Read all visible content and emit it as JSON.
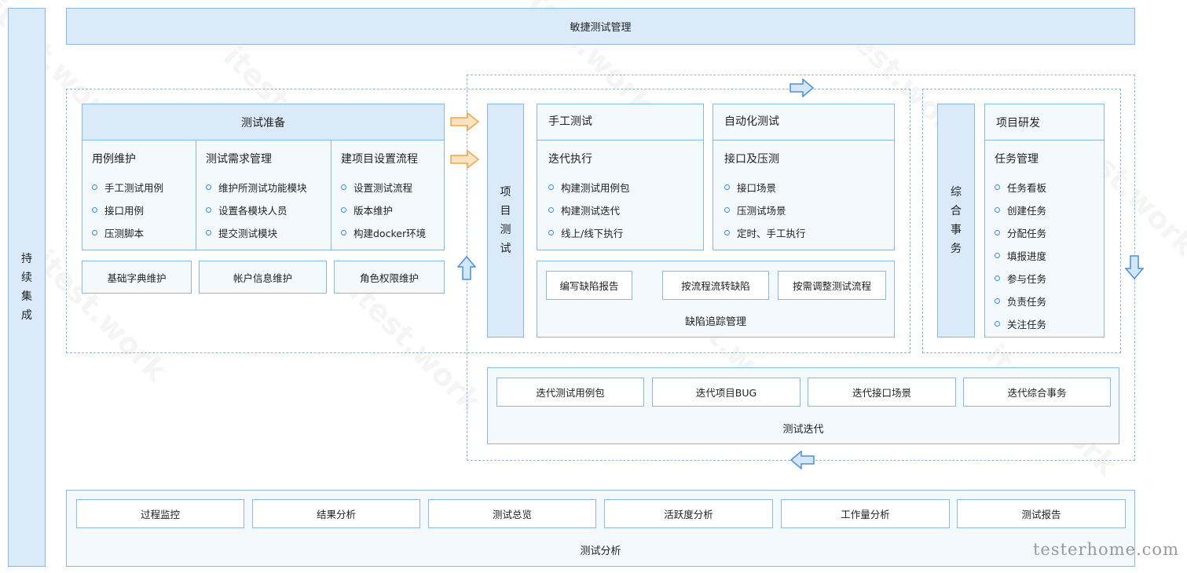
{
  "left_bar": {
    "chars": [
      "持",
      "续",
      "集",
      "成"
    ]
  },
  "top_bar": {
    "title": "敏捷测试管理"
  },
  "prep": {
    "title": "测试准备",
    "columns": [
      {
        "title": "用例维护",
        "items": [
          "手工测试用例",
          "接口用例",
          "压测脚本"
        ]
      },
      {
        "title": "测试需求管理",
        "items": [
          "维护所测试功能模块",
          "设置各模块人员",
          "提交测试模块"
        ]
      },
      {
        "title": "建项目设置流程",
        "items": [
          "设置测试流程",
          "版本维护",
          "构建docker环境"
        ]
      }
    ],
    "bottom_buttons": [
      "基础字典维护",
      "帐户信息维护",
      "角色权限维护"
    ]
  },
  "project_test": {
    "chars": [
      "项",
      "目",
      "测",
      "试"
    ]
  },
  "manual": {
    "title": "手工测试",
    "subtitle": "迭代执行",
    "items": [
      "构建测试用例包",
      "构建测试迭代",
      "线上/线下执行"
    ]
  },
  "auto": {
    "title": "自动化测试",
    "subtitle": "接口及压测",
    "items": [
      "接口场景",
      "压测试场景",
      "定时、手工执行"
    ]
  },
  "defect": {
    "buttons": [
      "编写缺陷报告",
      "按流程流转缺陷",
      "按需调整测试流程"
    ],
    "label": "缺陷追踪管理"
  },
  "general": {
    "chars": [
      "综",
      "合",
      "事",
      "务"
    ]
  },
  "rnd": {
    "title": "项目研发",
    "subtitle": "任务管理",
    "items": [
      "任务看板",
      "创建任务",
      "分配任务",
      "填报进度",
      "参与任务",
      "负责任务",
      "关注任务"
    ]
  },
  "iteration": {
    "buttons": [
      "迭代测试用例包",
      "迭代项目BUG",
      "迭代接口场景",
      "迭代综合事务"
    ],
    "label": "测试迭代"
  },
  "analysis": {
    "buttons": [
      "过程监控",
      "结果分析",
      "测试总览",
      "活跃度分析",
      "工作量分析",
      "测试报告"
    ],
    "label": "测试分析"
  },
  "watermarks": {
    "main": "itest.work",
    "brand": "testerhome.com"
  },
  "colors": {
    "border": "#8ab8e4",
    "fill_blue": "#dbeaf8",
    "fill_pale": "#f4f9fe",
    "arrow_orange": "#f0a54a",
    "arrow_blue": "#4a90d9"
  }
}
